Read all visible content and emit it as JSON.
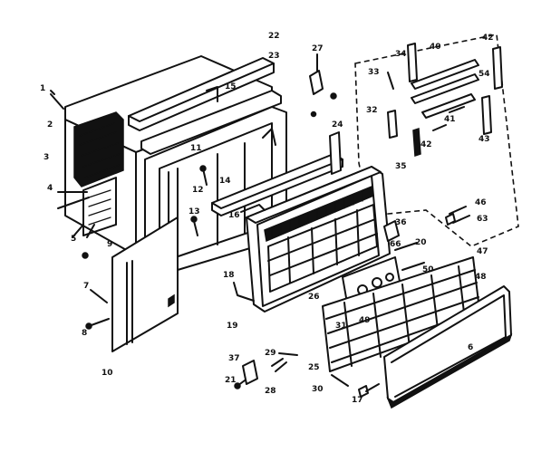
{
  "callouts": {
    "c1": "1",
    "c2": "2",
    "c3": "3",
    "c4": "4",
    "c5": "5",
    "c6": "6",
    "c7": "7",
    "c8": "8",
    "c9": "9",
    "c10": "10",
    "c11": "11",
    "c12": "12",
    "c13": "13",
    "c14": "14",
    "c15": "15",
    "c16": "16",
    "c17": "17",
    "c18": "18",
    "c19": "19",
    "c20": "20",
    "c21": "21",
    "c22": "22",
    "c23": "23",
    "c24": "24",
    "c25": "25",
    "c26": "26",
    "c27": "27",
    "c28": "28",
    "c29": "29",
    "c30": "30",
    "c31": "31",
    "c32": "32",
    "c33": "33",
    "c34": "34",
    "c35": "35",
    "c36": "36",
    "c37": "37",
    "c40": "40",
    "c41": "41",
    "c42": "42",
    "c43": "43",
    "c46": "46",
    "c47": "47",
    "c48": "48",
    "c49": "49",
    "c50": "50",
    "c54": "54",
    "c63": "63",
    "c66": "66"
  }
}
